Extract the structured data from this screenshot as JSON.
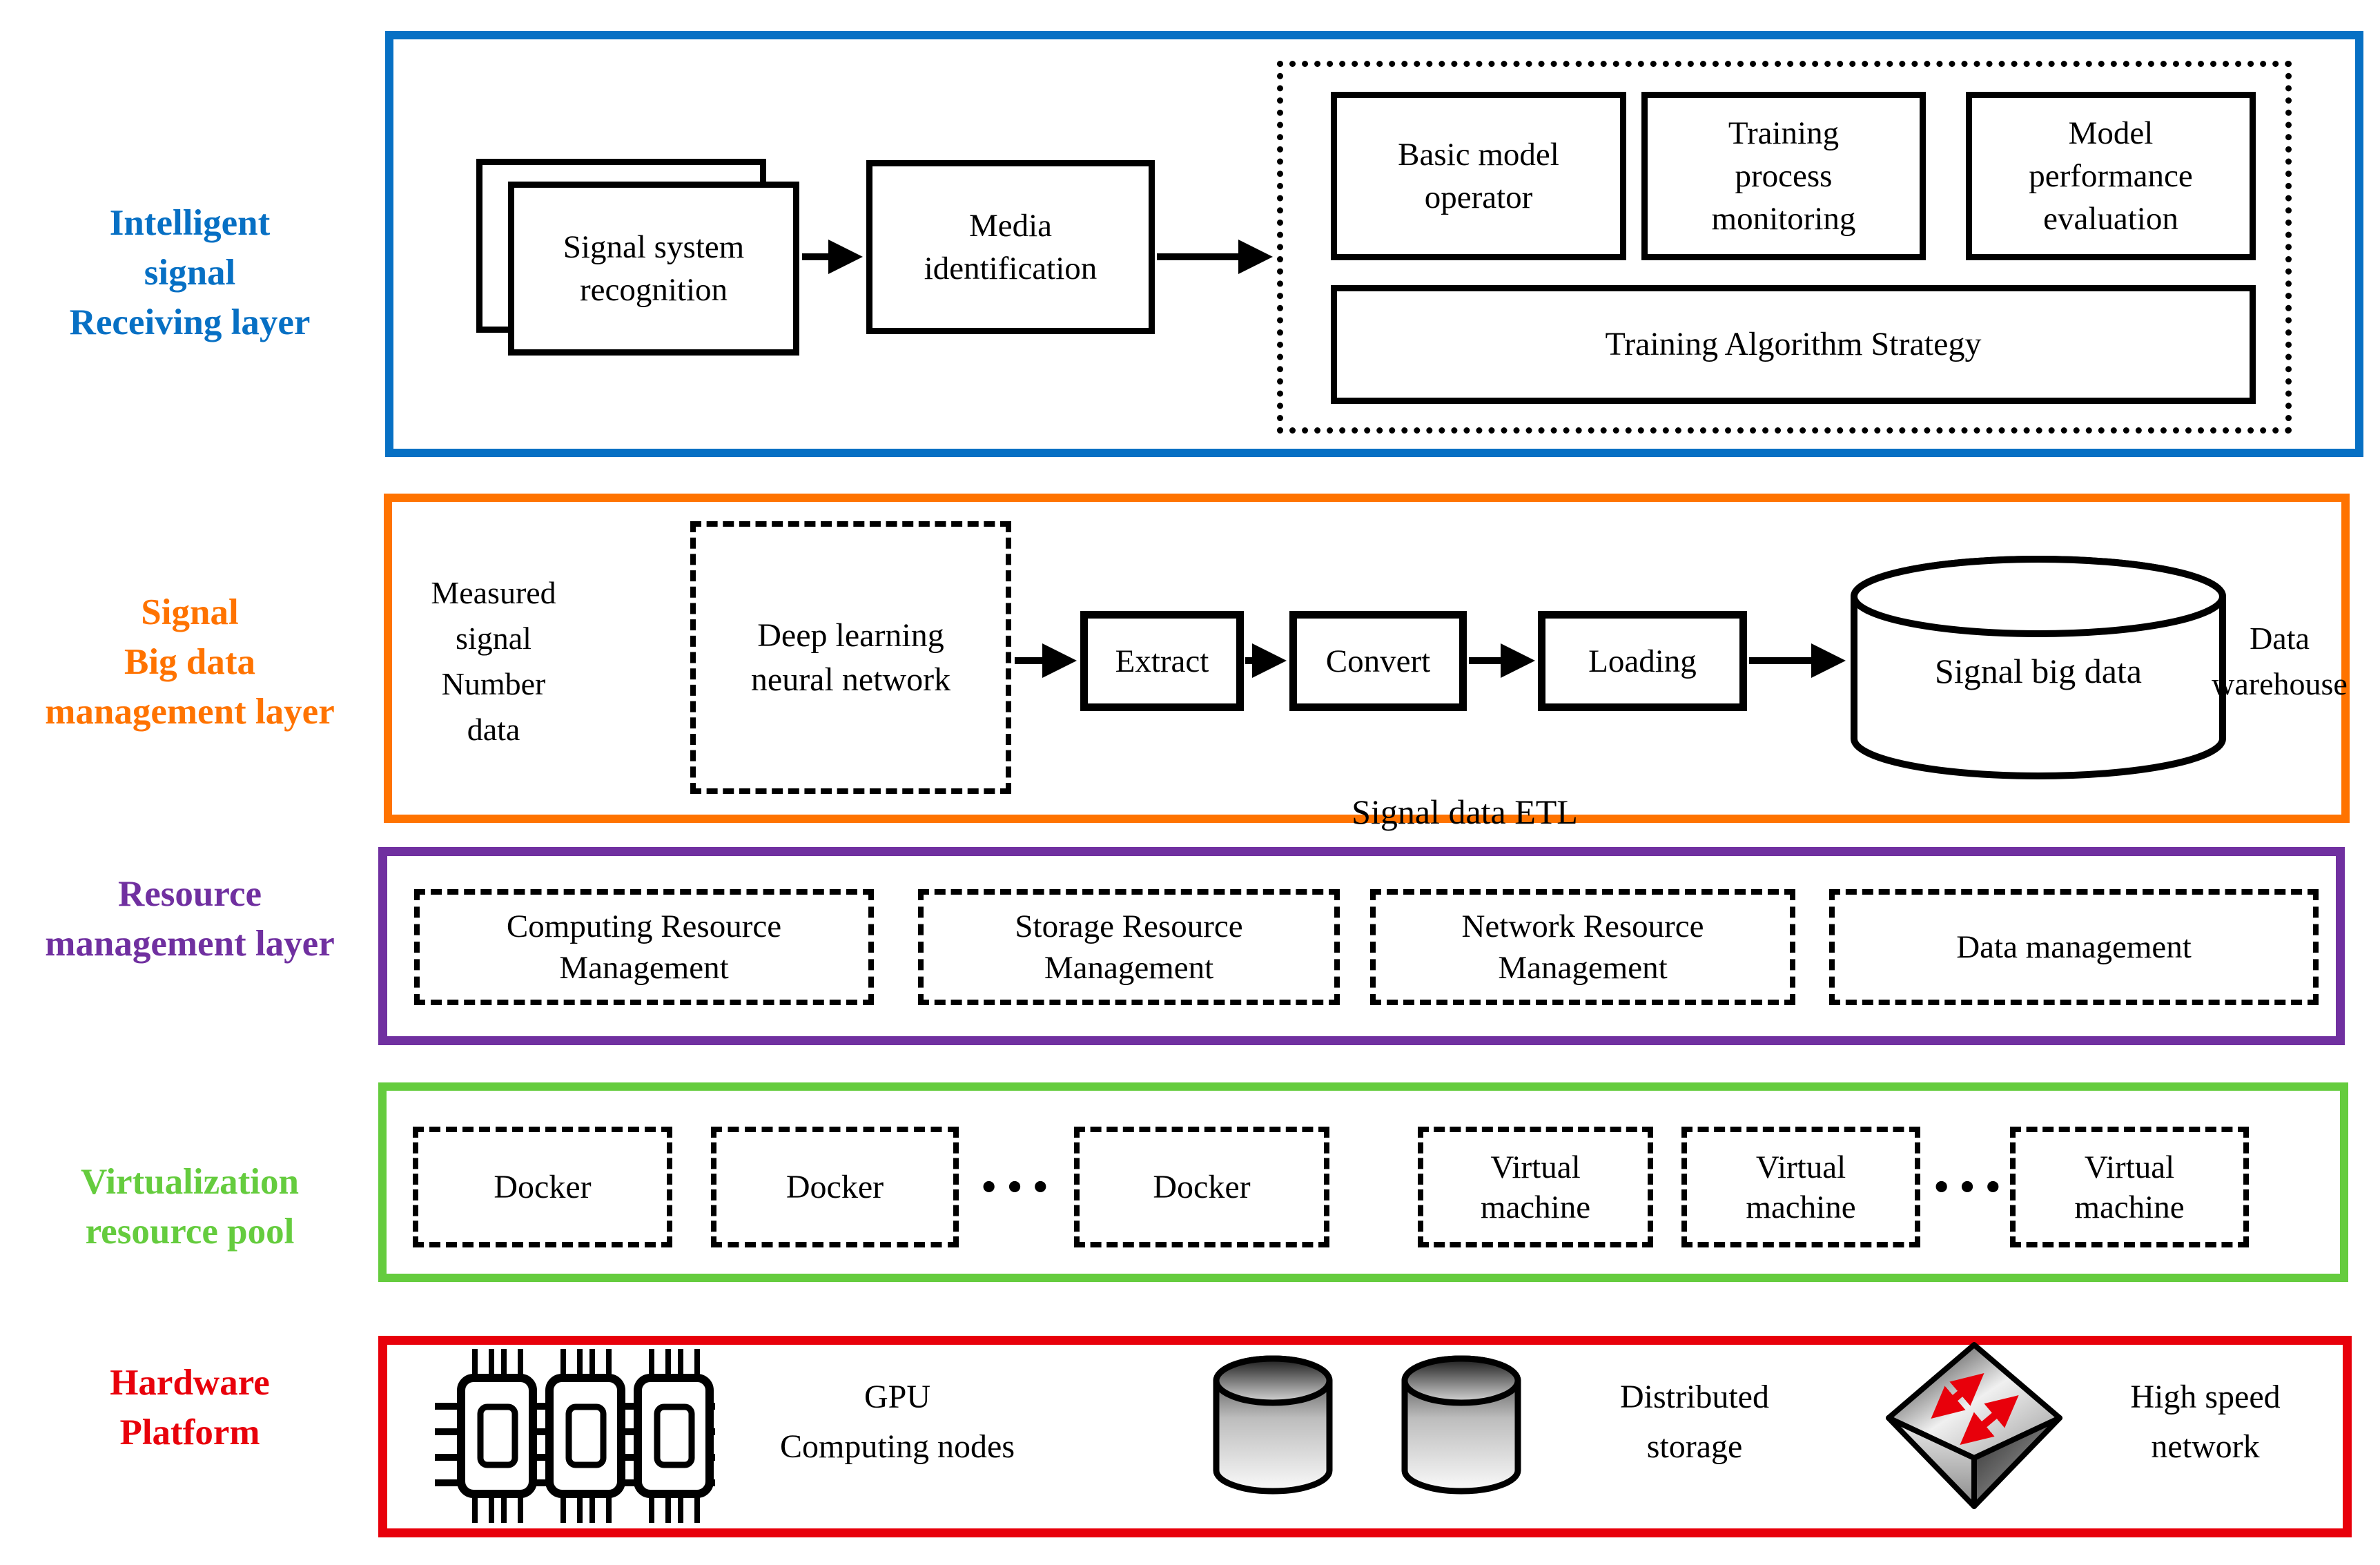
{
  "colors": {
    "receiving_layer_blue": "#0770C4",
    "bigdata_layer_orange": "#FF7300",
    "resource_layer_purple": "#7030A0",
    "virtualization_layer_green": "#65CC3E",
    "hardware_layer_red": "#E8000B",
    "switch_arrow_red": "#E8000B",
    "diagram_black": "#000000"
  },
  "sidebar_labels": {
    "receiving": [
      "Intelligent",
      "signal",
      "Receiving layer"
    ],
    "bigdata": [
      "Signal",
      "Big data",
      "management layer"
    ],
    "resource": [
      "Resource",
      "management layer"
    ],
    "virtualization": [
      "Virtualization",
      "resource pool"
    ],
    "hardware": [
      "Hardware",
      "Platform"
    ]
  },
  "receiving_layer": {
    "signal_system_recognition": [
      "Signal system",
      "recognition"
    ],
    "media_identification": [
      "Media",
      "identification"
    ],
    "basic_model_operator": [
      "Basic model",
      "operator"
    ],
    "training_process_monitoring": [
      "Training",
      "process",
      "monitoring"
    ],
    "model_performance_evaluation": [
      "Model",
      "performance",
      "evaluation"
    ],
    "training_algorithm_strategy": "Training Algorithm Strategy"
  },
  "bigdata_layer": {
    "measured_signal": [
      "Measured",
      "signal",
      "Number",
      "data"
    ],
    "deep_learning": [
      "Deep learning",
      "neural network"
    ],
    "etl_steps": [
      "Extract",
      "Convert",
      "Loading"
    ],
    "signal_big_data": "Signal big data",
    "data_warehouse": [
      "Data",
      "warehouse"
    ],
    "etl_caption": "Signal data ETL"
  },
  "resource_layer": {
    "computing": [
      "Computing Resource",
      "Management"
    ],
    "storage": [
      "Storage Resource",
      "Management"
    ],
    "network": [
      "Network Resource",
      "Management"
    ],
    "data_management": "Data management"
  },
  "virtualization_layer": {
    "docker": "Docker",
    "virtual_machine": [
      "Virtual",
      "machine"
    ],
    "ellipsis": "···"
  },
  "hardware_layer": {
    "gpu": [
      "GPU",
      "Computing nodes"
    ],
    "storage": [
      "Distributed",
      "storage"
    ],
    "network": [
      "High speed",
      "network"
    ]
  }
}
